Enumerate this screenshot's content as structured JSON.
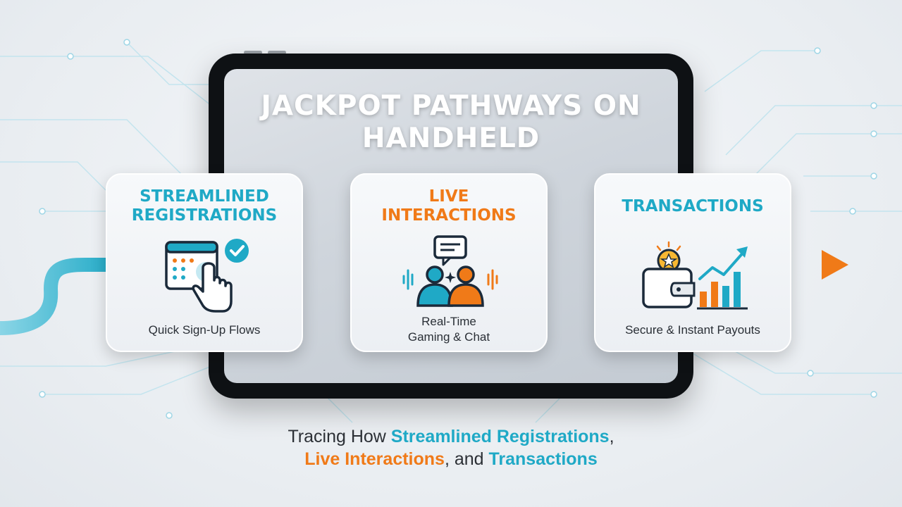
{
  "title": "JACKPOT PATHWAYS ON HANDHELD",
  "steps": [
    {
      "title": "STREAMLINED REGISTRATIONS",
      "caption": "Quick Sign-Up Flows",
      "color": "#1fa9c6",
      "icon": "registration-click-icon"
    },
    {
      "title": "LIVE INTERACTIONS",
      "caption_line1": "Real-Time",
      "caption_line2": "Gaming & Chat",
      "color": "#f07a18",
      "icon": "users-chat-icon"
    },
    {
      "title": "TRANSACTIONS",
      "caption": "Secure & Instant Payouts",
      "color": "#1fa9c6",
      "icon": "wallet-growth-icon"
    }
  ],
  "subtitle": {
    "prefix": "Tracing How ",
    "term1": "Streamlined Registrations",
    "sep1": ",",
    "term2": "Live Interactions",
    "sep2": ", and ",
    "term3": "Transactions"
  },
  "colors": {
    "teal": "#1fa9c6",
    "orange": "#f07a18",
    "dark": "#1b2a3a"
  }
}
